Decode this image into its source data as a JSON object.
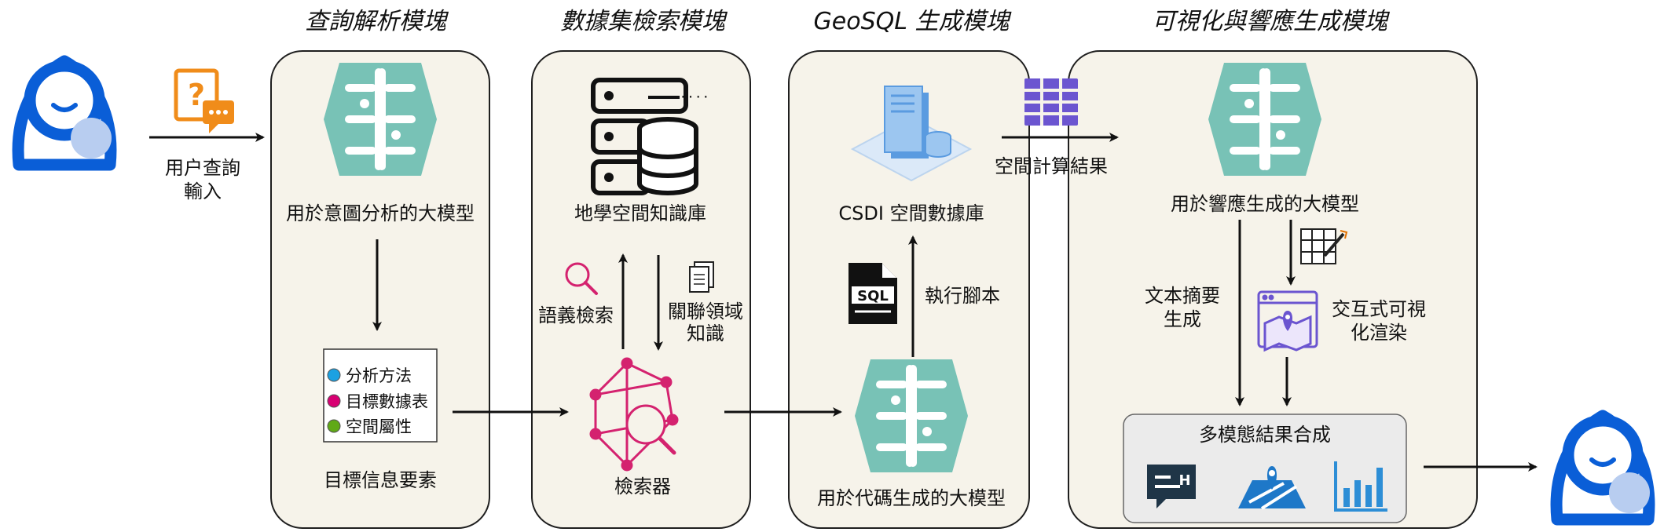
{
  "titles": {
    "query": "查詢解析模塊",
    "dataset": "數據集檢索模塊",
    "geosql": "GeoSQL 生成模塊",
    "visual": "可視化與響應生成模塊"
  },
  "user_input": {
    "line1": "用户查詢",
    "line2": "輸入"
  },
  "query_module": {
    "llm_label": "用於意圖分析的大模型",
    "info_items": [
      "分析方法",
      "目標數據表",
      "空間屬性"
    ],
    "info_colors": [
      "#1ba1e2",
      "#d80073",
      "#60a917"
    ],
    "info_caption": "目標信息要素"
  },
  "dataset_module": {
    "kb_label": "地學空間知識庫",
    "semantic_search": "語義檢索",
    "related_line1": "關聯領域",
    "related_line2": "知識",
    "retriever": "檢索器"
  },
  "geosql_module": {
    "db_label": "CSDI 空間數據庫",
    "exec_script": "執行腳本",
    "sql_icon_text": "SQL",
    "llm_label": "用於代碼生成的大模型",
    "spatial_result": "空間計算結果"
  },
  "visual_module": {
    "llm_label": "用於響應生成的大模型",
    "summary_line1": "文本摘要",
    "summary_line2": "生成",
    "interactive_line1": "交互式可視",
    "interactive_line2": "化渲染",
    "merge_label": "多模態結果合成"
  },
  "colors": {
    "brain": "#78c2b6",
    "user": "#0a5ed7",
    "user_light": "#b8cdf0",
    "panel": "#f6f3ea",
    "accent_orange": "#f08c1a",
    "graph_pink": "#d4226f",
    "table_purple": "#6b55d0",
    "chart_blue": "#2d8ed6",
    "map_blue": "#1e78c8",
    "text_icon_dark": "#1f3547"
  }
}
